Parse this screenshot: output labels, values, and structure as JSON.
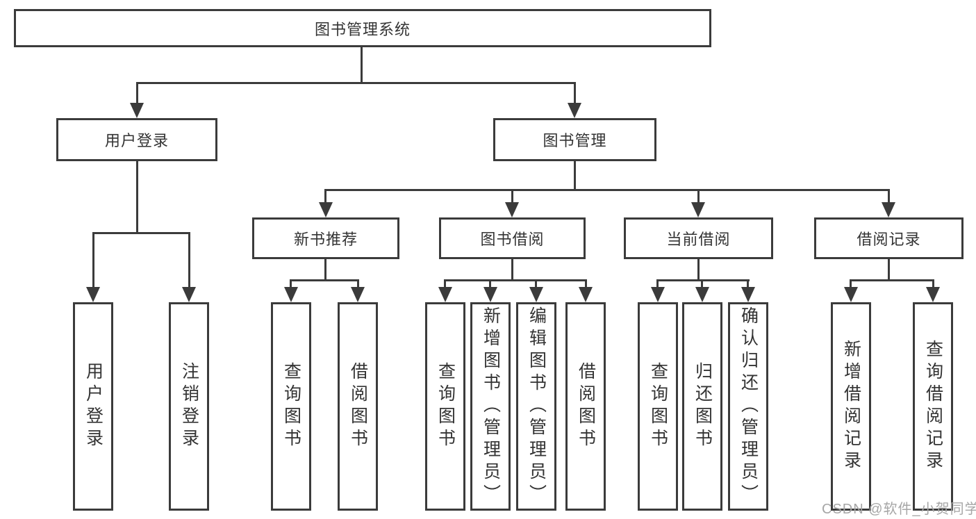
{
  "tree": {
    "root": "图书管理系统",
    "branches": [
      {
        "label": "用户登录",
        "children": [
          "用户登录",
          "注销登录"
        ]
      },
      {
        "label": "图书管理",
        "children": [
          {
            "label": "新书推荐",
            "children": [
              "查询图书",
              "借阅图书"
            ]
          },
          {
            "label": "图书借阅",
            "children": [
              "查询图书",
              "新增图书（管理员）",
              "编辑图书（管理员）",
              "借阅图书"
            ]
          },
          {
            "label": "当前借阅",
            "children": [
              "查询图书",
              "归还图书",
              "确认归还（管理员）"
            ]
          },
          {
            "label": "借阅记录",
            "children": [
              "新增借阅记录",
              "查询借阅记录"
            ]
          }
        ]
      }
    ]
  },
  "watermark": "CSDN @软件_小贺同学",
  "colors": {
    "line": "#3b3b3b",
    "box_border": "#3b3b3b",
    "text": "#333333",
    "watermark": "#a6a6a6",
    "background": "#ffffff"
  }
}
